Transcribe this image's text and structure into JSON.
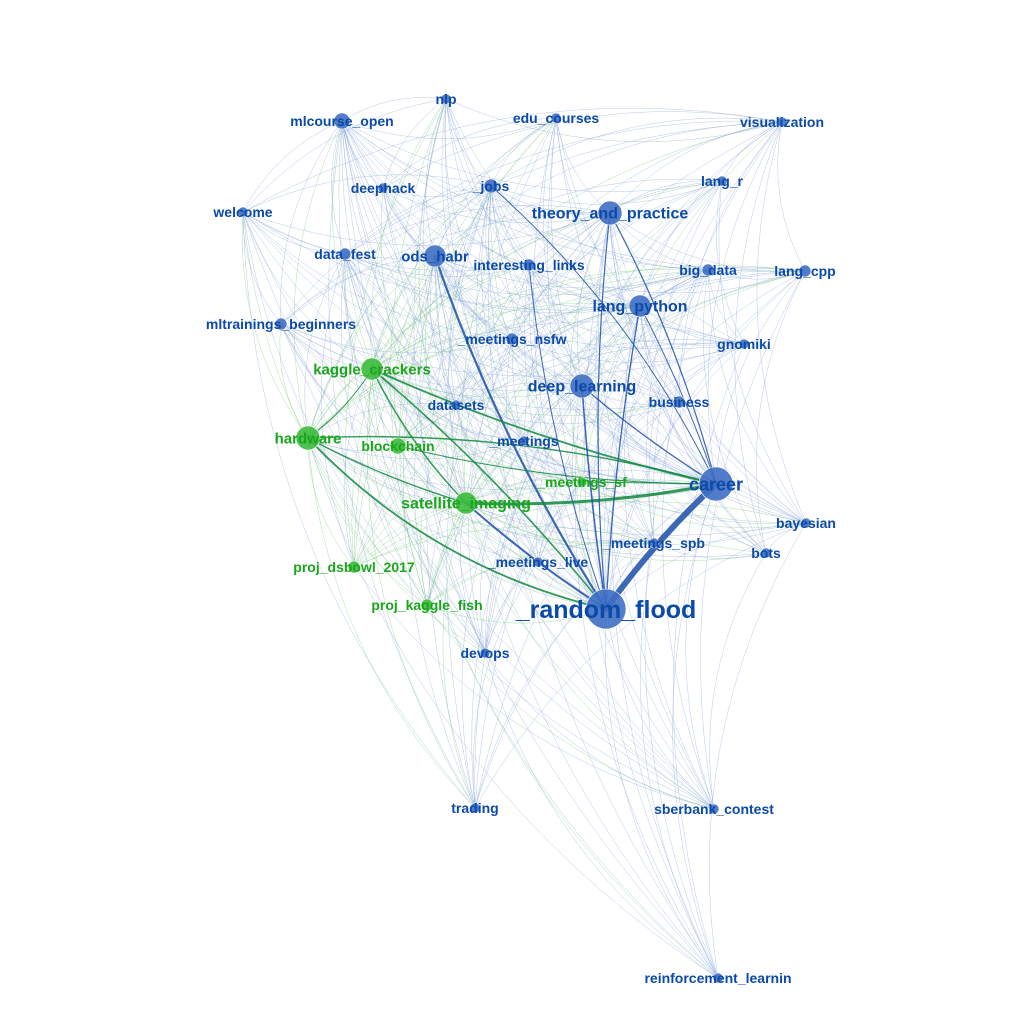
{
  "colors": {
    "blue_node": "#3f6fc4",
    "blue_text": "#0b4aa8",
    "green_node": "#3dbb3d",
    "green_text": "#1aa61a",
    "blue_edge": "#1a4fa8",
    "green_edge": "#0f8a3a",
    "thin_blue_edge": "#7f9fd8",
    "thin_green_edge": "#6cc46c"
  },
  "nodes": [
    {
      "id": "nlp",
      "label": "nlp",
      "group": "blue"
    },
    {
      "id": "mlcourse_open",
      "label": "mlcourse_open",
      "group": "blue"
    },
    {
      "id": "edu_courses",
      "label": "edu_courses",
      "group": "blue"
    },
    {
      "id": "visualization",
      "label": "visualization",
      "group": "blue"
    },
    {
      "id": "deephack",
      "label": "deephack",
      "group": "blue"
    },
    {
      "id": "_jobs",
      "label": "_jobs",
      "group": "blue"
    },
    {
      "id": "lang_r",
      "label": "lang_r",
      "group": "blue"
    },
    {
      "id": "welcome",
      "label": "welcome",
      "group": "blue"
    },
    {
      "id": "theory_and_practice",
      "label": "theory_and_practice",
      "group": "blue"
    },
    {
      "id": "data_fest",
      "label": "data_fest",
      "group": "blue"
    },
    {
      "id": "ods_habr",
      "label": "ods_habr",
      "group": "blue"
    },
    {
      "id": "interesting_links",
      "label": "interesting_links",
      "group": "blue"
    },
    {
      "id": "big_data",
      "label": "big_data",
      "group": "blue"
    },
    {
      "id": "lang_cpp",
      "label": "lang_cpp",
      "group": "blue"
    },
    {
      "id": "lang_python",
      "label": "lang_python",
      "group": "blue"
    },
    {
      "id": "mltrainings_beginners",
      "label": "mltrainings_beginners",
      "group": "blue"
    },
    {
      "id": "_meetings_nsfw",
      "label": "_meetings_nsfw",
      "group": "blue"
    },
    {
      "id": "gnomiki",
      "label": "gnomiki",
      "group": "blue"
    },
    {
      "id": "kaggle_crackers",
      "label": "kaggle_crackers",
      "group": "green"
    },
    {
      "id": "deep_learning",
      "label": "deep_learning",
      "group": "blue"
    },
    {
      "id": "datasets",
      "label": "datasets",
      "group": "blue"
    },
    {
      "id": "business",
      "label": "business",
      "group": "blue"
    },
    {
      "id": "hardware",
      "label": "hardware",
      "group": "green"
    },
    {
      "id": "blockchain",
      "label": "blockchain",
      "group": "green"
    },
    {
      "id": "_meetings",
      "label": "_meetings",
      "group": "blue"
    },
    {
      "id": "_meetings_sf",
      "label": "_meetings_sf",
      "group": "green"
    },
    {
      "id": "career",
      "label": "career",
      "group": "blue"
    },
    {
      "id": "satellite_imaging",
      "label": "satellite_imaging",
      "group": "green"
    },
    {
      "id": "bayesian",
      "label": "bayesian",
      "group": "blue"
    },
    {
      "id": "_meetings_spb",
      "label": "_meetings_spb",
      "group": "blue"
    },
    {
      "id": "bots",
      "label": "bots",
      "group": "blue"
    },
    {
      "id": "proj_dsbowl_2017",
      "label": "proj_dsbowl_2017",
      "group": "green"
    },
    {
      "id": "_meetings_live",
      "label": "_meetings_live",
      "group": "blue"
    },
    {
      "id": "proj_kaggle_fish",
      "label": "proj_kaggle_fish",
      "group": "green"
    },
    {
      "id": "_random_flood",
      "label": "_random_flood",
      "group": "blue"
    },
    {
      "id": "devops",
      "label": "devops",
      "group": "blue"
    },
    {
      "id": "trading",
      "label": "trading",
      "group": "blue"
    },
    {
      "id": "sberbank_contest",
      "label": "sberbank_contest",
      "group": "blue"
    },
    {
      "id": "reinforcement_learnin",
      "label": "reinforcement_learnin",
      "group": "blue"
    }
  ]
}
